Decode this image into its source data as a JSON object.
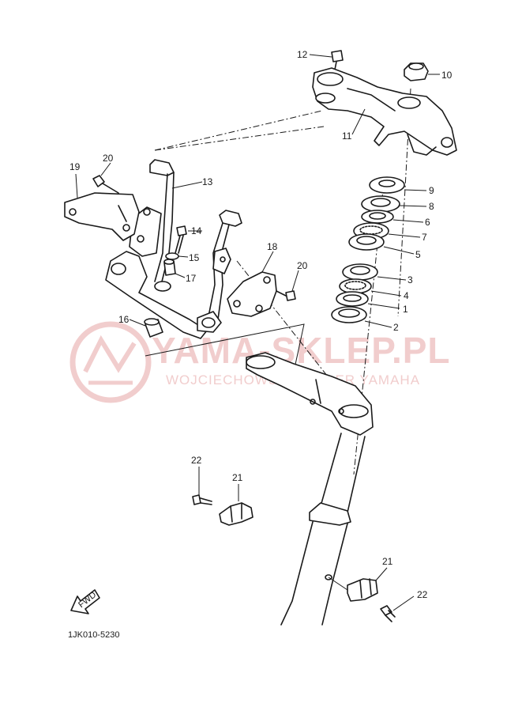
{
  "watermark": {
    "title": "YAMA-SKLEP.PL",
    "subtitle": "WOJCIECHOWSKI DEALER YAMAHA",
    "color": "#f0c8c8"
  },
  "diagram_code": "1JK010-5230",
  "fwd_label": "FWD",
  "callouts": {
    "n1": "1",
    "n2": "2",
    "n3": "3",
    "n4": "4",
    "n5": "5",
    "n6": "6",
    "n7": "7",
    "n8": "8",
    "n9": "9",
    "n10": "10",
    "n11": "11",
    "n12": "12",
    "n13": "13",
    "n14": "14",
    "n15": "15",
    "n16": "16",
    "n17": "17",
    "n18": "18",
    "n19": "19",
    "n20a": "20",
    "n20b": "20",
    "n21a": "21",
    "n21b": "21",
    "n22a": "22",
    "n22b": "22"
  }
}
